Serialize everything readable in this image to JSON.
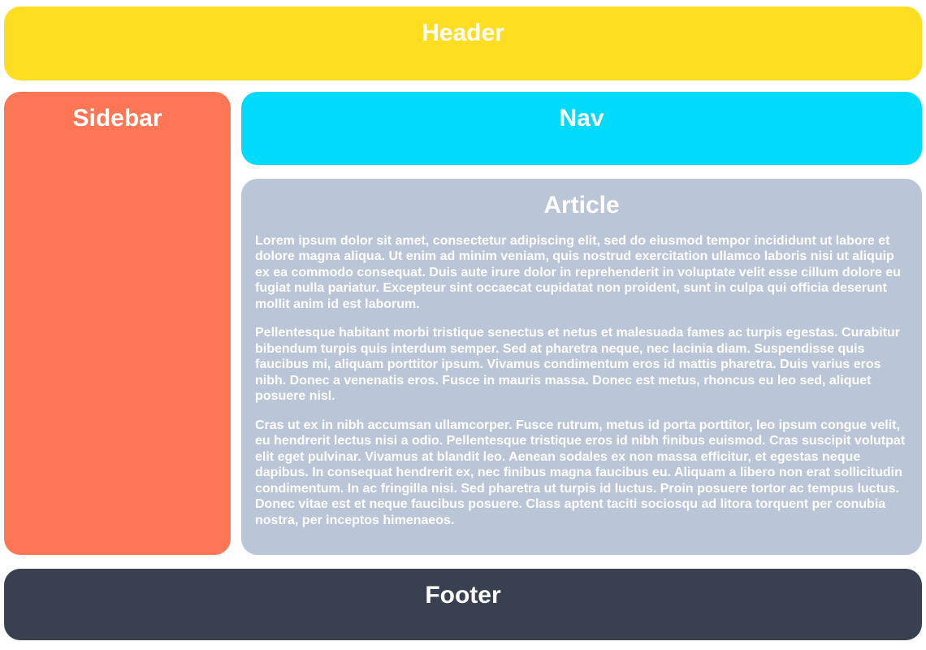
{
  "colors": {
    "header-bg": "#FFDE22",
    "sidebar-bg": "#FF7656",
    "nav-bg": "#00DBFB",
    "article-bg": "#BAC6D8",
    "footer-bg": "#394050",
    "text": "#FFFFFF"
  },
  "header": {
    "title": "Header"
  },
  "sidebar": {
    "title": "Sidebar"
  },
  "nav": {
    "title": "Nav"
  },
  "article": {
    "title": "Article",
    "paragraphs": [
      "Lorem ipsum dolor sit amet, consectetur adipiscing elit, sed do eiusmod tempor incididunt ut labore et dolore magna aliqua. Ut enim ad minim veniam, quis nostrud exercitation ullamco laboris nisi ut aliquip ex ea commodo consequat. Duis aute irure dolor in reprehenderit in voluptate velit esse cillum dolore eu fugiat nulla pariatur. Excepteur sint occaecat cupidatat non proident, sunt in culpa qui officia deserunt mollit anim id est laborum.",
      "Pellentesque habitant morbi tristique senectus et netus et malesuada fames ac turpis egestas. Curabitur bibendum turpis quis interdum semper. Sed at pharetra neque, nec lacinia diam. Suspendisse quis faucibus mi, aliquam porttitor ipsum. Vivamus condimentum eros id mattis pharetra. Duis varius eros nibh. Donec a venenatis eros. Fusce in mauris massa. Donec est metus, rhoncus eu leo sed, aliquet posuere nisl.",
      "Cras ut ex in nibh accumsan ullamcorper. Fusce rutrum, metus id porta porttitor, leo ipsum congue velit, eu hendrerit lectus nisi a odio. Pellentesque tristique eros id nibh finibus euismod. Cras suscipit volutpat elit eget pulvinar. Vivamus at blandit leo. Aenean sodales ex non massa efficitur, et egestas neque dapibus. In consequat hendrerit ex, nec finibus magna faucibus eu. Aliquam a libero non erat sollicitudin condimentum. In ac fringilla nisi. Sed pharetra ut turpis id luctus. Proin posuere tortor ac tempus luctus. Donec vitae est et neque faucibus posuere. Class aptent taciti sociosqu ad litora torquent per conubia nostra, per inceptos himenaeos."
    ]
  },
  "footer": {
    "title": "Footer"
  }
}
